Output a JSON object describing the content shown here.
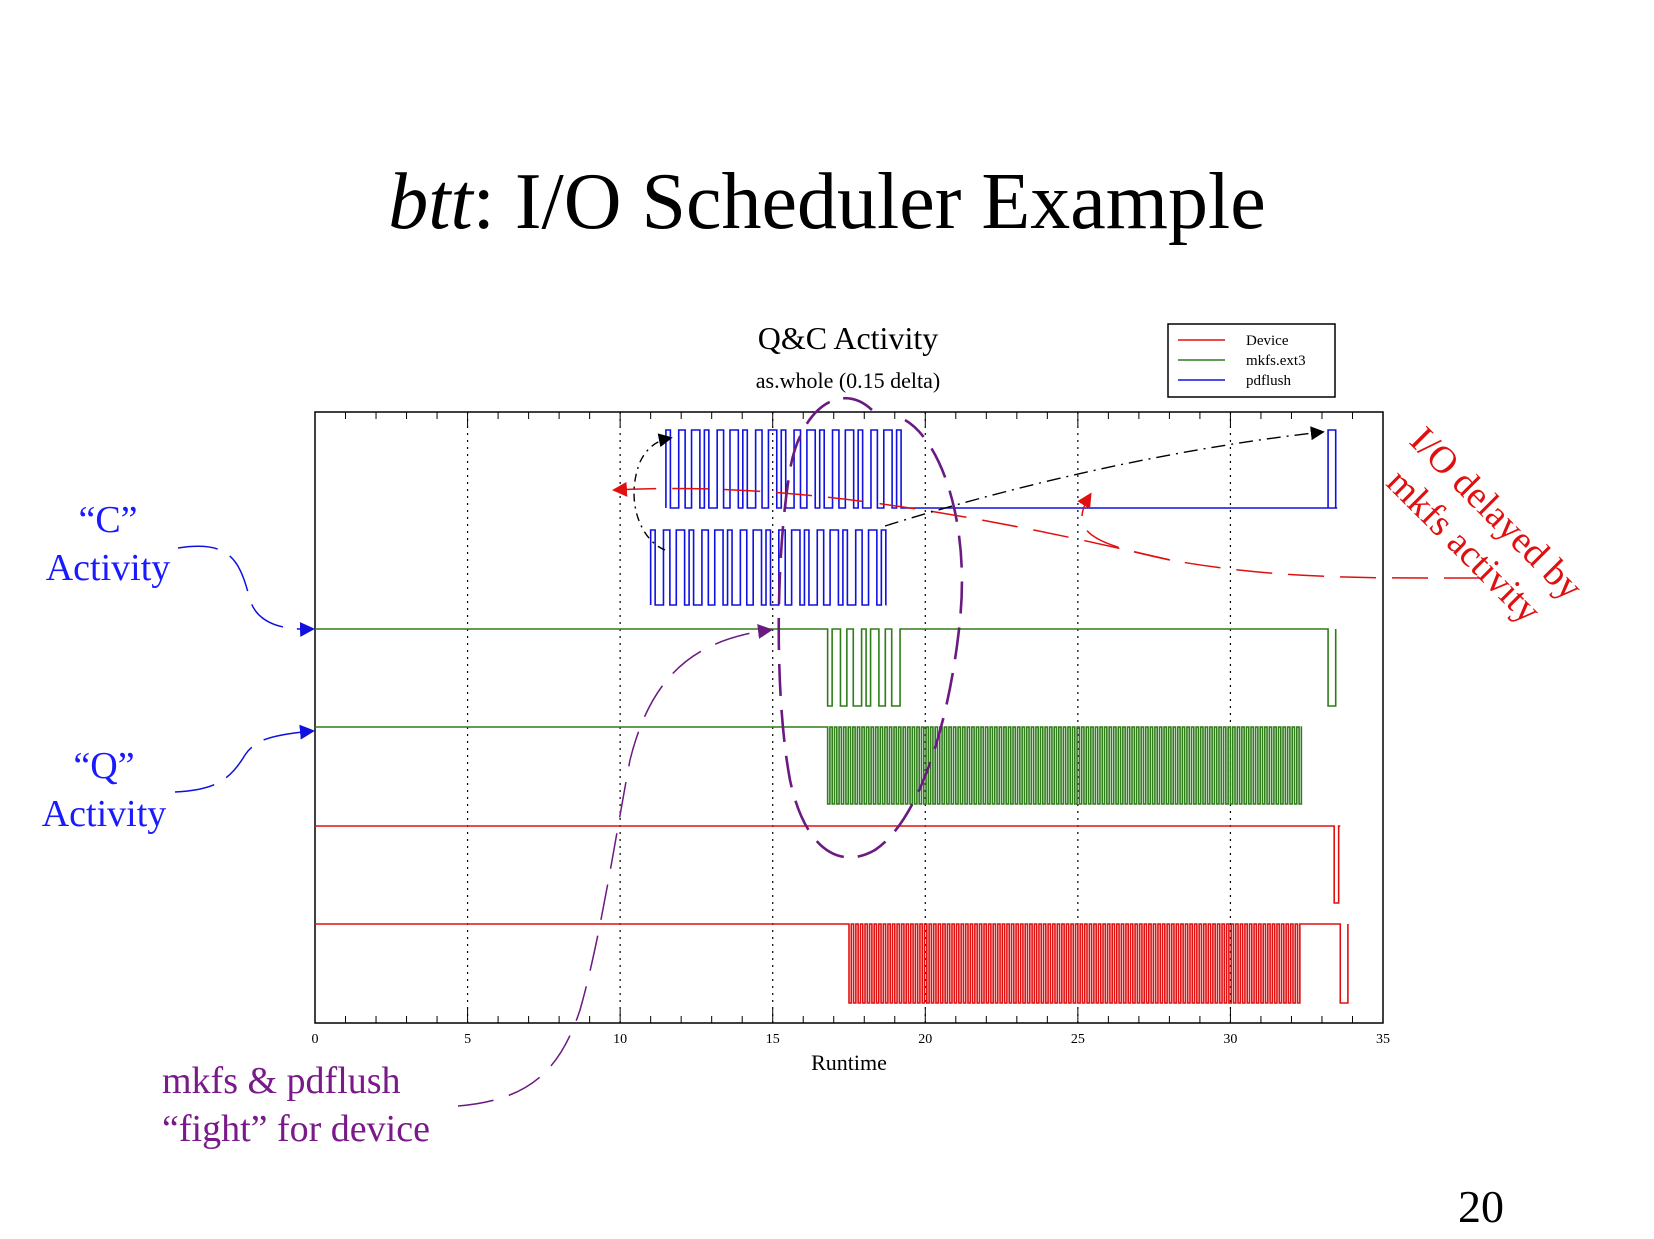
{
  "slide": {
    "title_italic": "btt",
    "title_rest": ": I/O Scheduler Example",
    "page_number": "20"
  },
  "annotations": {
    "c_activity": [
      "“C”",
      "Activity"
    ],
    "q_activity": [
      "“Q”",
      "Activity"
    ],
    "fight": [
      "mkfs & pdflush",
      "“fight” for device"
    ],
    "delayed": [
      "I/O delayed by",
      "mkfs activity"
    ]
  },
  "colors": {
    "device": "#e01010",
    "mkfs": "#2e7d1a",
    "pdflush": "#1010e0",
    "annotation_blue": "#1a1aff",
    "annotation_purple": "#7a1a8a",
    "annotation_red": "#e01010"
  },
  "chart_data": {
    "type": "line",
    "title": "Q&C Activity",
    "subtitle": "as.whole (0.15 delta)",
    "xlabel": "Runtime",
    "ylabel": "",
    "xlim": [
      0,
      35
    ],
    "xticks": [
      "0",
      "5",
      "10",
      "15",
      "20",
      "25",
      "30",
      "35"
    ],
    "grid": "vertical dotted at 5, 10, 15, 20, 25, 30",
    "legend_position": "top-right",
    "legend": [
      "Device",
      "mkfs.ext3",
      "pdflush"
    ],
    "series": [
      {
        "name": "pdflush",
        "activity": "C",
        "idle_from": 0,
        "pulse_start": 11.5,
        "pulse_end": 19.3,
        "active_to": 33.5,
        "final_pulse": 33.2
      },
      {
        "name": "pdflush",
        "activity": "Q",
        "idle_from": 0,
        "pulse_start": 11.0,
        "pulse_end": 18.7
      },
      {
        "name": "mkfs.ext3",
        "activity": "C",
        "idle_from": 0,
        "pulse_start": 16.8,
        "pulse_end": 19.3,
        "final_pulse": 33.2
      },
      {
        "name": "mkfs.ext3",
        "activity": "Q",
        "idle_from": 0,
        "pulse_start": 16.8,
        "pulse_end": 32.3
      },
      {
        "name": "Device",
        "activity": "C",
        "idle_from": 0,
        "pulse_start": 33.4,
        "pulse_end": 33.6
      },
      {
        "name": "Device",
        "activity": "Q",
        "idle_from": 0,
        "pulse_start": 17.5,
        "pulse_end": 32.3,
        "final_pulse": 33.6
      }
    ]
  }
}
